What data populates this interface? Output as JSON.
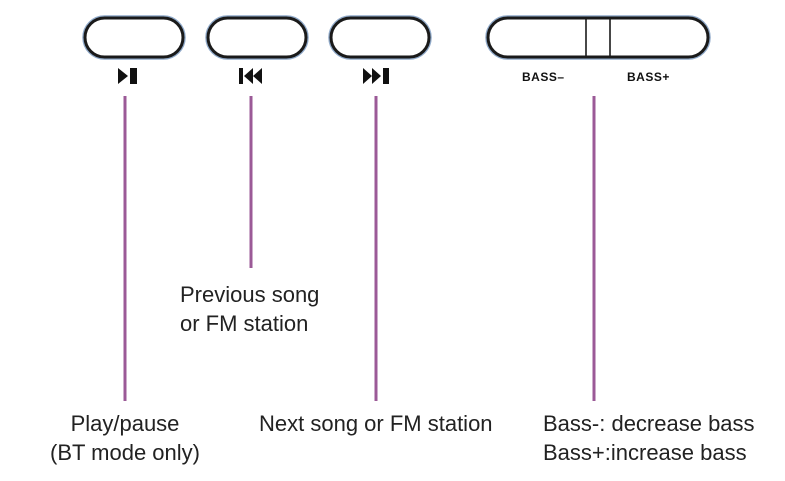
{
  "buttons": {
    "play_pause": {
      "icon": "play-pause-icon"
    },
    "previous": {
      "icon": "skip-previous-icon"
    },
    "next": {
      "icon": "skip-next-icon"
    },
    "bass": {
      "minus_label": "BASS–",
      "plus_label": "BASS+"
    }
  },
  "captions": {
    "play_pause": {
      "line1": "Play/pause",
      "line2": "(BT mode only)"
    },
    "previous": {
      "line1": "Previous song",
      "line2": "or FM station"
    },
    "next": {
      "line1": "Next song or FM station"
    },
    "bass": {
      "line1": "Bass-: decrease bass",
      "line2": "Bass+:increase bass"
    }
  },
  "colors": {
    "leader_line": "#9b5a97",
    "button_outline": "#1a1a1a",
    "button_halo": "#8fa9c9"
  }
}
